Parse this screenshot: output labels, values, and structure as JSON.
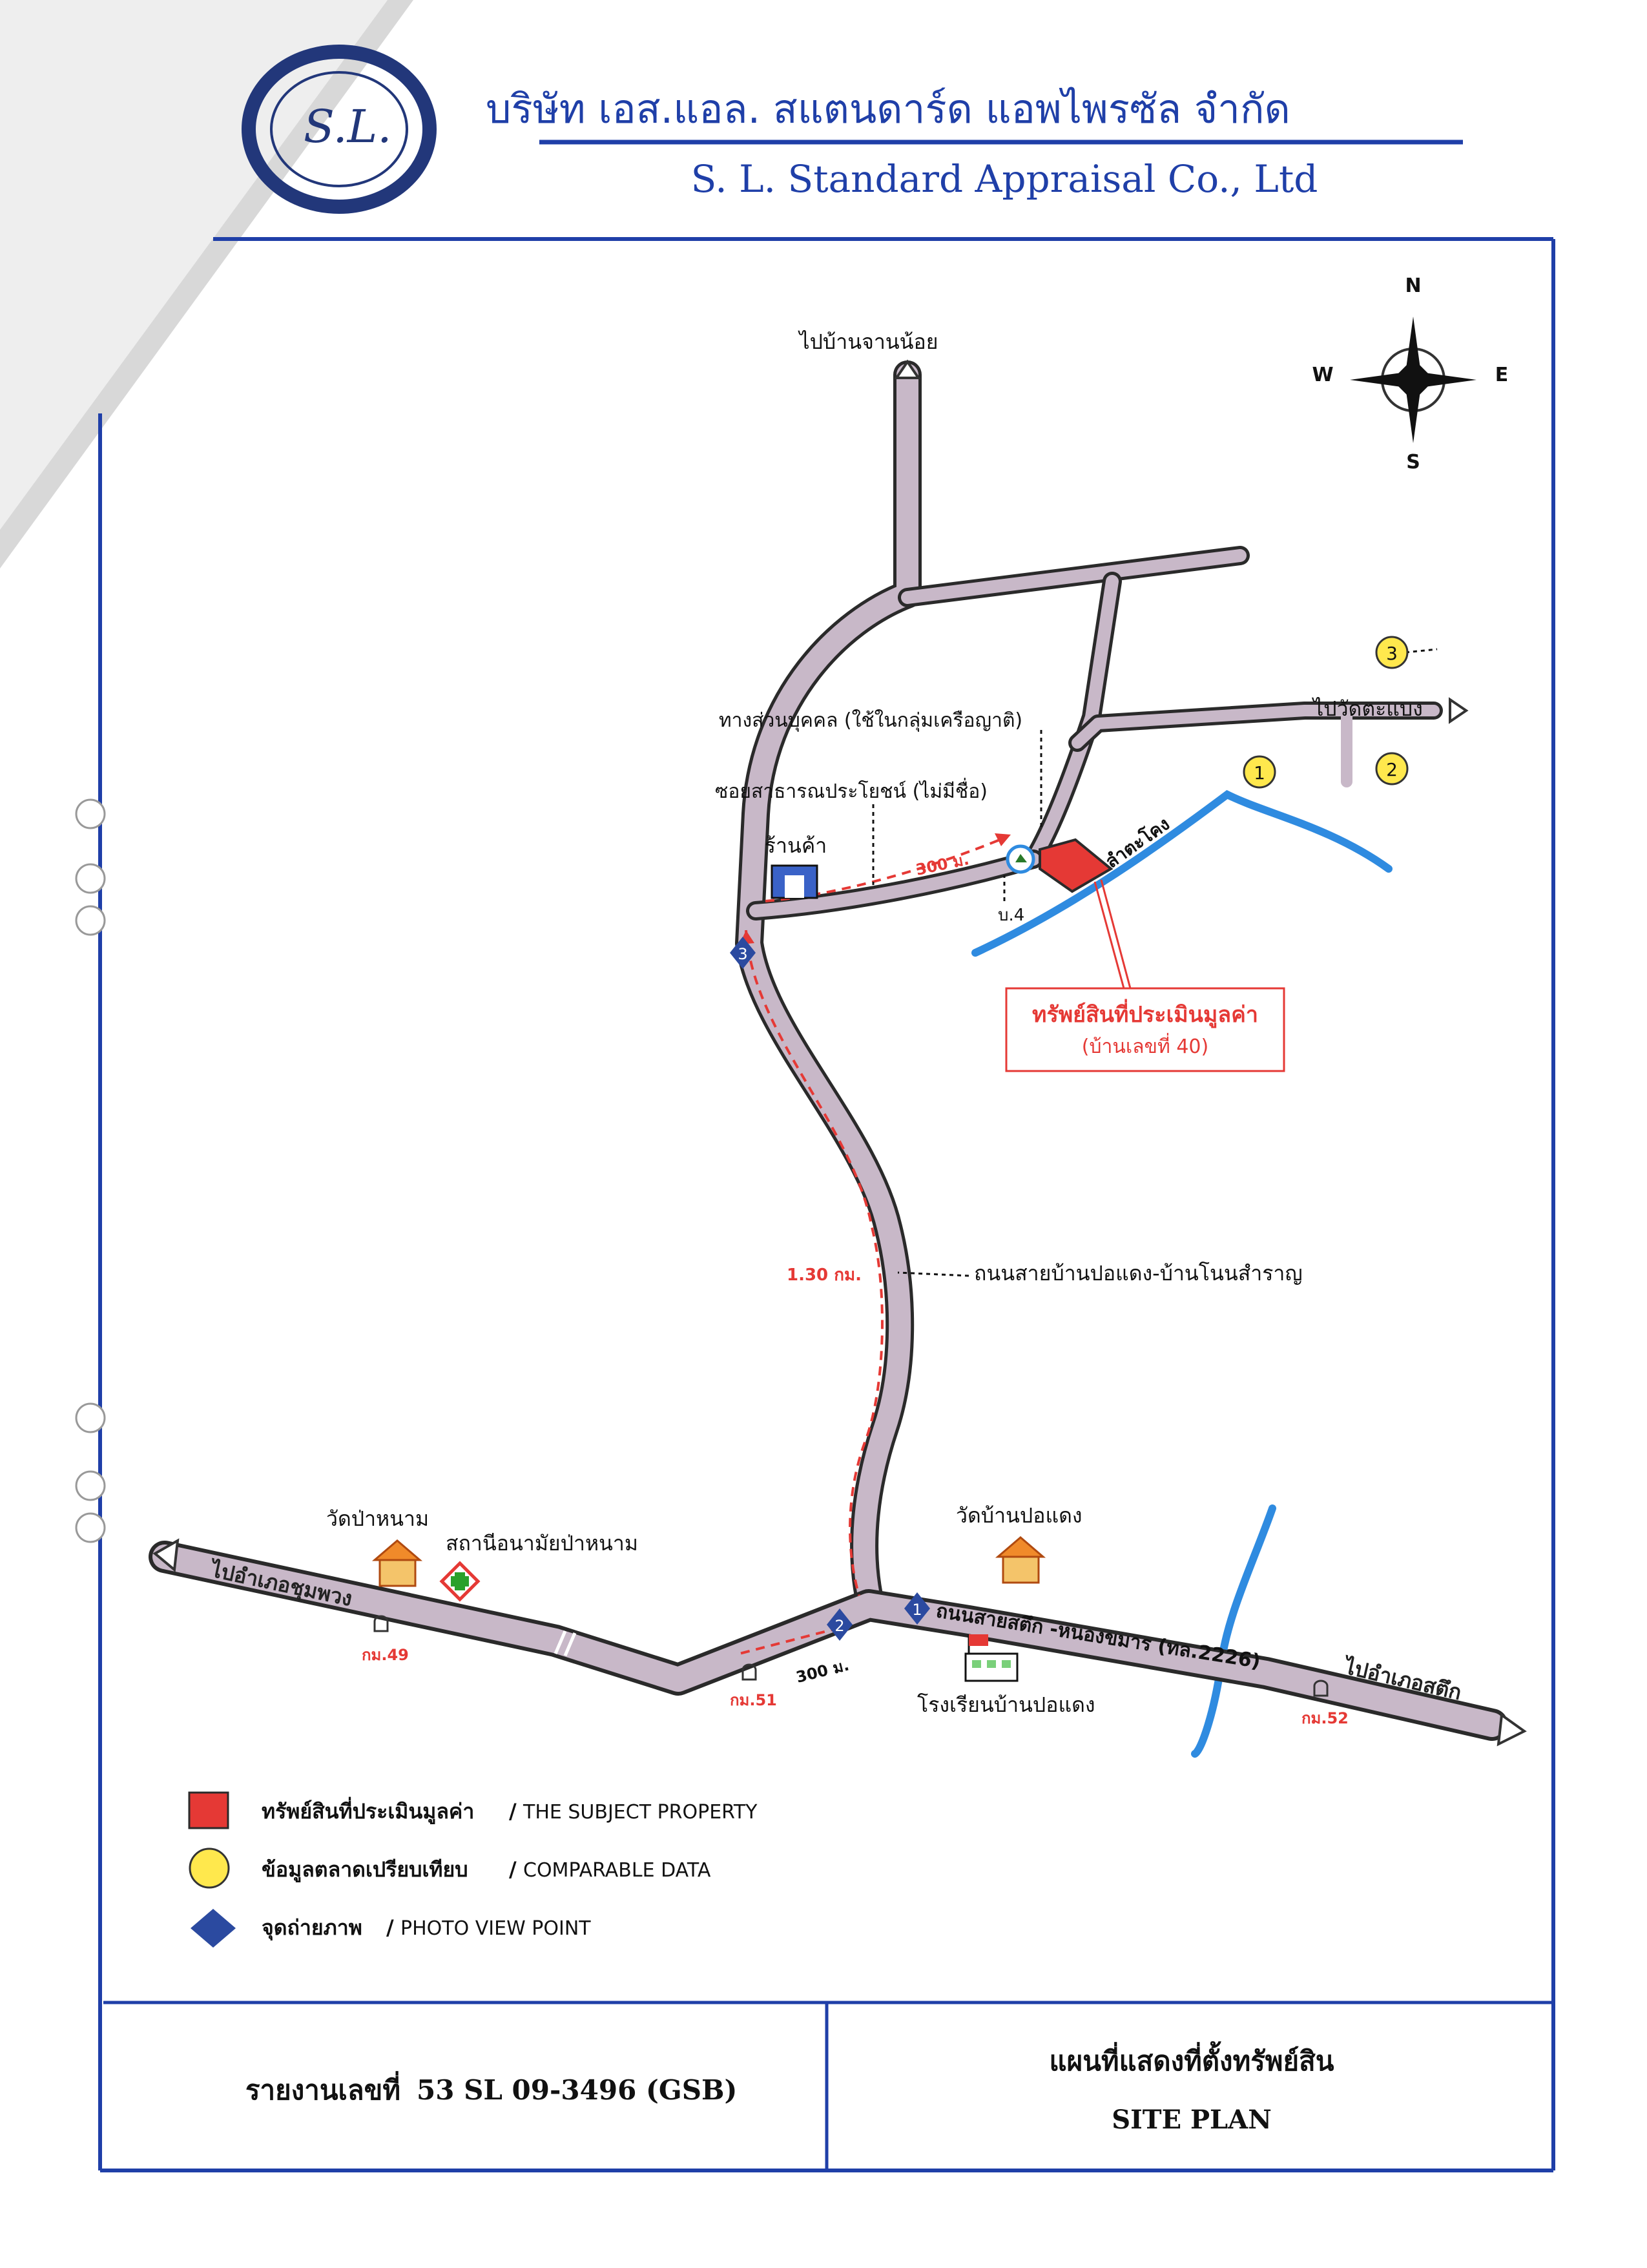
{
  "header": {
    "company_th": "บริษัท เอส.แอล. สแตนดาร์ด แอพไพรซัล จำกัด",
    "company_en": "S. L. Standard Appraisal Co., Ltd",
    "logo_text": "S.L."
  },
  "compass": {
    "n": "N",
    "s": "S",
    "e": "E",
    "w": "W"
  },
  "labels": {
    "to_ban_chan_noi": "ไปบ้านจานน้อย",
    "to_wat_ta_baeng": "ไปวัดตะแบง",
    "private_way": "ทางส่วนบุคคล (ใช้ในกลุ่มเครือญาติ)",
    "public_soi": "ซอยสาธารณประโยชน์ (ไม่มีชื่อ)",
    "shop": "ร้านค้า",
    "dist_300_upper": "300 ม.",
    "ban_4": "บ.4",
    "creek": "ลำตะโคง",
    "subject_title": "ทรัพย์สินที่ประเมินมูลค่า",
    "subject_sub": "(บ้านเลขที่ 40)",
    "dist_130": "1.30 กม.",
    "road_name": "ถนนสายบ้านปอแดง-บ้านโนนสำราญ",
    "wat_pa_hanam": "วัดป่าหนาม",
    "health_station": "สถานีอนามัยป่าหนาม",
    "to_chumphuang": "ไปอำเภอชุมพวง",
    "km49": "กม.49",
    "km51": "กม.51",
    "dist_300_lower": "300 ม.",
    "wat_ban_po_daeng": "วัดบ้านปอแดง",
    "main_road": "ถนนสายสตึก -หนองขมาร (ทล.2226)",
    "school": "โรงเรียนบ้านปอแดง",
    "km52": "กม.52",
    "to_satuek": "ไปอำเภอสตึก"
  },
  "markers": {
    "comparables": [
      "1",
      "2",
      "3"
    ],
    "photo_points": [
      "1",
      "2",
      "3"
    ]
  },
  "legend": [
    {
      "th": "ทรัพย์สินที่ประเมินมูลค่า",
      "en": "THE SUBJECT PROPERTY",
      "symbol": "red-square",
      "color": "#e53935"
    },
    {
      "th": "ข้อมูลตลาดเปรียบเทียบ",
      "en": "COMPARABLE DATA",
      "symbol": "yellow-circle",
      "color": "#ffe84d"
    },
    {
      "th": "จุดถ่ายภาพ",
      "en": "PHOTO VIEW POINT",
      "symbol": "blue-pin",
      "color": "#2b4aa0"
    }
  ],
  "legend_sep": "/",
  "footer": {
    "report_label": "รายงานเลขที่",
    "report_no": "53 SL 09-3496 (GSB)",
    "title_th": "แผนที่แสดงที่ตั้งทรัพย์สิน",
    "title_en": "SITE PLAN"
  },
  "colors": {
    "road": "#c8b8c8",
    "road_edge": "#2a2a2a",
    "water": "#2f8be0",
    "subject": "#e53935",
    "frame": "#1f3fa8",
    "route": "#e53935"
  }
}
